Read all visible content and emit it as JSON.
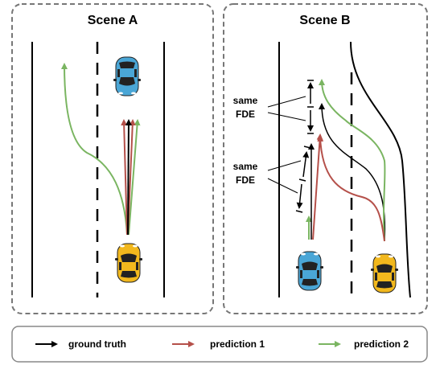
{
  "scene_a": {
    "title": "Scene A"
  },
  "scene_b": {
    "title": "Scene B",
    "annotations": [
      {
        "line1": "same",
        "line2": "FDE"
      },
      {
        "line1": "same",
        "line2": "FDE"
      }
    ]
  },
  "legend": {
    "items": [
      {
        "label": "ground truth",
        "color": "#000000"
      },
      {
        "label": "prediction 1",
        "color": "#b5504a"
      },
      {
        "label": "prediction 2",
        "color": "#7ab561"
      }
    ]
  },
  "colors": {
    "ground_truth": "#000000",
    "prediction_1": "#b5504a",
    "prediction_2": "#7ab561",
    "blue_car": "#4aa6d6",
    "yellow_car": "#f2b81d",
    "panel_border": "#777777"
  },
  "icons": [
    "yellow-car-icon",
    "blue-car-icon",
    "arrow-icon"
  ]
}
